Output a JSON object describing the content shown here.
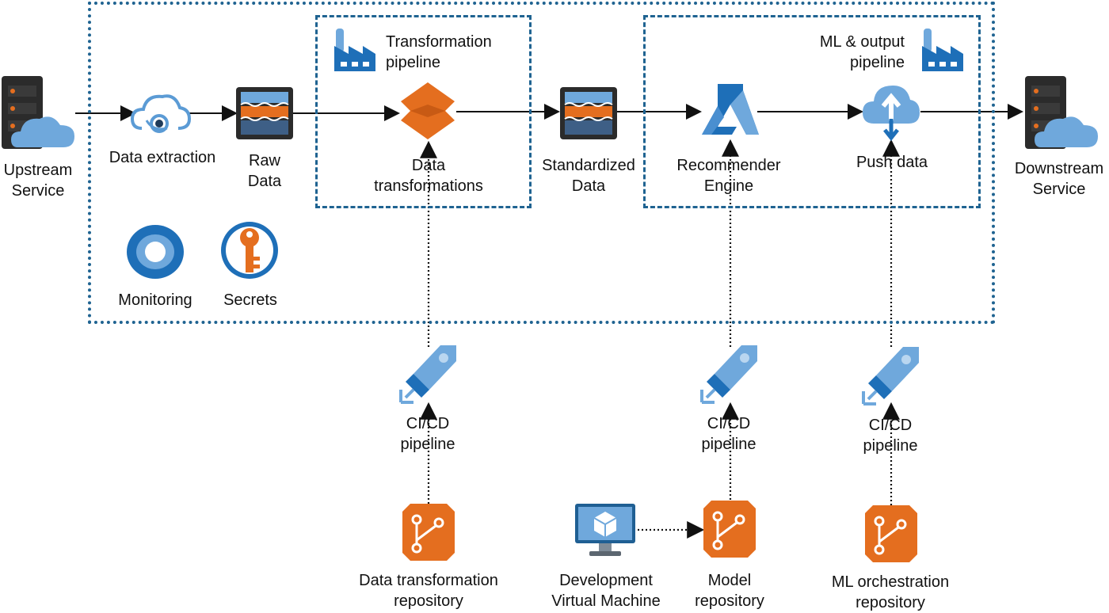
{
  "groups": {
    "transformation_title": [
      "Transformation",
      "pipeline"
    ],
    "ml_title": [
      "ML & output",
      "pipeline"
    ]
  },
  "nodes": {
    "upstream": [
      "Upstream",
      "Service"
    ],
    "extraction": [
      "Data extraction"
    ],
    "raw": [
      "Raw",
      "Data"
    ],
    "transform": [
      "Data",
      "transformations"
    ],
    "standardized": [
      "Standardized",
      "Data"
    ],
    "recommender": [
      "Recommender",
      "Engine"
    ],
    "push": [
      "Push data"
    ],
    "downstream": [
      "Downstream",
      "Service"
    ],
    "monitoring": [
      "Monitoring"
    ],
    "secrets": [
      "Secrets"
    ],
    "cicd_1": [
      "CI/CD",
      "pipeline"
    ],
    "cicd_2": [
      "CI/CD",
      "pipeline"
    ],
    "cicd_3": [
      "CI/CD",
      "pipeline"
    ],
    "repo_transform": [
      "Data transformation",
      "repository"
    ],
    "dev_vm": [
      "Development",
      "Virtual Machine"
    ],
    "repo_model": [
      "Model",
      "repository"
    ],
    "repo_orchestration": [
      "ML orchestration",
      "repository"
    ]
  },
  "colors": {
    "boundary": "#1f6391",
    "azure_blue": "#1e6fb8",
    "light_blue": "#6fa8dc",
    "orange": "#e46e1f",
    "dark": "#2b2b2b"
  }
}
